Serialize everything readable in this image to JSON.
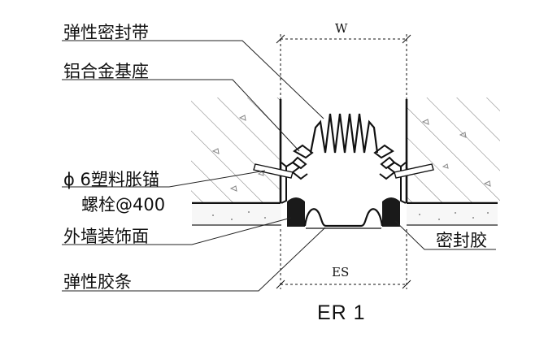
{
  "labels": {
    "elastic_seal_strip": "弹性密封带",
    "aluminum_base": "铝合金基座",
    "anchor_bolt_line1": "ϕ 6塑料胀锚",
    "anchor_bolt_line2": "螺栓@400",
    "exterior_finish": "外墙装饰面",
    "elastic_rubber_strip": "弹性胶条",
    "sealant": "密封胶"
  },
  "dimensions": {
    "top": "W",
    "bottom": "ES"
  },
  "caption": "ER 1"
}
